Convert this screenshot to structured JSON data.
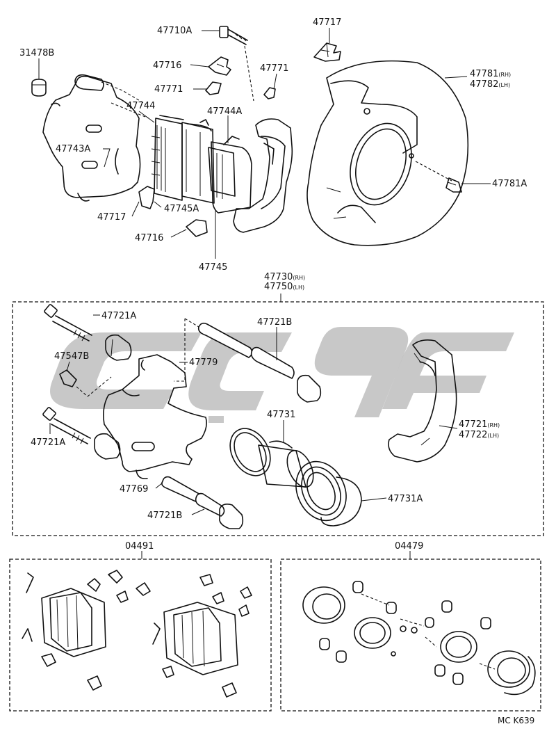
{
  "labels": {
    "p31478B": "31478B",
    "p47710A": "47710A",
    "p47717_top": "47717",
    "p47716_top": "47716",
    "p47771_a": "47771",
    "p47771_b": "47771",
    "p47781": "47781",
    "p47782": "47782",
    "rh": "(RH)",
    "lh": "(LH)",
    "p47744": "47744",
    "p47744A": "47744A",
    "p47743A": "47743A",
    "p47781A": "47781A",
    "p47717_low": "47717",
    "p47745A": "47745A",
    "p47716_low": "47716",
    "p47745": "47745",
    "p47730": "47730",
    "p47750": "47750",
    "p47721A_top": "47721A",
    "p47721B_top": "47721B",
    "p47547B": "47547B",
    "p47779": "47779",
    "p47721A_low": "47721A",
    "p47731": "47731",
    "p47721": "47721",
    "p47722": "47722",
    "p47769": "47769",
    "p47721B_low": "47721B",
    "p47731A": "47731A",
    "p04491": "04491",
    "p04479": "04479",
    "code": "MC K639"
  }
}
